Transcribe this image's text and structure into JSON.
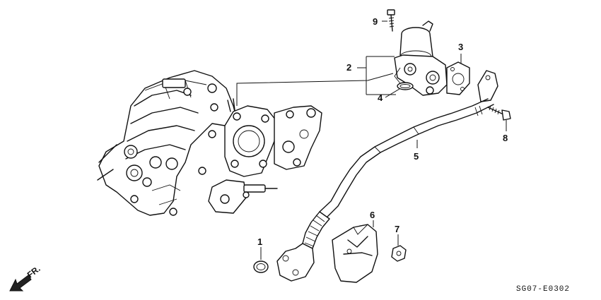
{
  "callouts": {
    "c1": "1",
    "c2": "2",
    "c3": "3",
    "c4": "4",
    "c5": "5",
    "c6": "6",
    "c7": "7",
    "c8": "8",
    "c9": "9"
  },
  "direction_label": "FR.",
  "diagram_code": "SG07-E0302"
}
